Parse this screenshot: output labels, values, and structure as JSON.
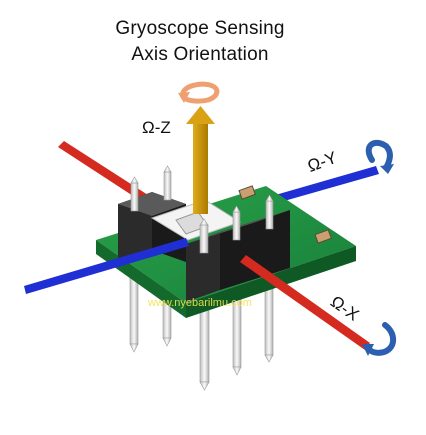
{
  "title": {
    "line1": "Gryoscope Sensing",
    "line2": "Axis Orientation"
  },
  "axes": {
    "z_label": "Ω-Z",
    "y_label": "Ω-Y",
    "x_label": "Ω-X"
  },
  "watermark": "www.nyebarilmu.com",
  "colors": {
    "x_axis": "#d42a1f",
    "y_axis": "#1f2fd4",
    "z_axis": "#c8960a",
    "rotation_z": "#f0a070",
    "rotation_xy": "#2d5fb0",
    "pcb": "#1f8f3a",
    "header": "#2a2a2a",
    "pins": "#e8e8e8",
    "watermark": "#f5e34a"
  },
  "icons": {
    "z_rotation": "curved-arrow-icon",
    "y_rotation": "curved-arrow-icon",
    "x_rotation": "curved-arrow-icon"
  }
}
